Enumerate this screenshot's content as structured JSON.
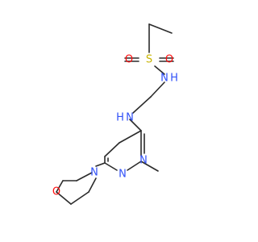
{
  "molecule": {
    "atoms": {
      "oxygen_1": "O",
      "sulfur": "S",
      "oxygen_2": "O",
      "sulfonamide_nitrogen": "N",
      "sulfonamide_hydrogen": "H",
      "amine_nitrogen": "N",
      "amine_hydrogen": "H",
      "ring_nitrogen_1": "N",
      "ring_nitrogen_2": "N",
      "morpholine_nitrogen": "N",
      "morpholine_oxygen": "O"
    },
    "colors": {
      "bond": "#2b2b2b",
      "oxygen": "#ff0d0d",
      "sulfur": "#c8b400",
      "nitrogen": "#3050f8"
    }
  }
}
